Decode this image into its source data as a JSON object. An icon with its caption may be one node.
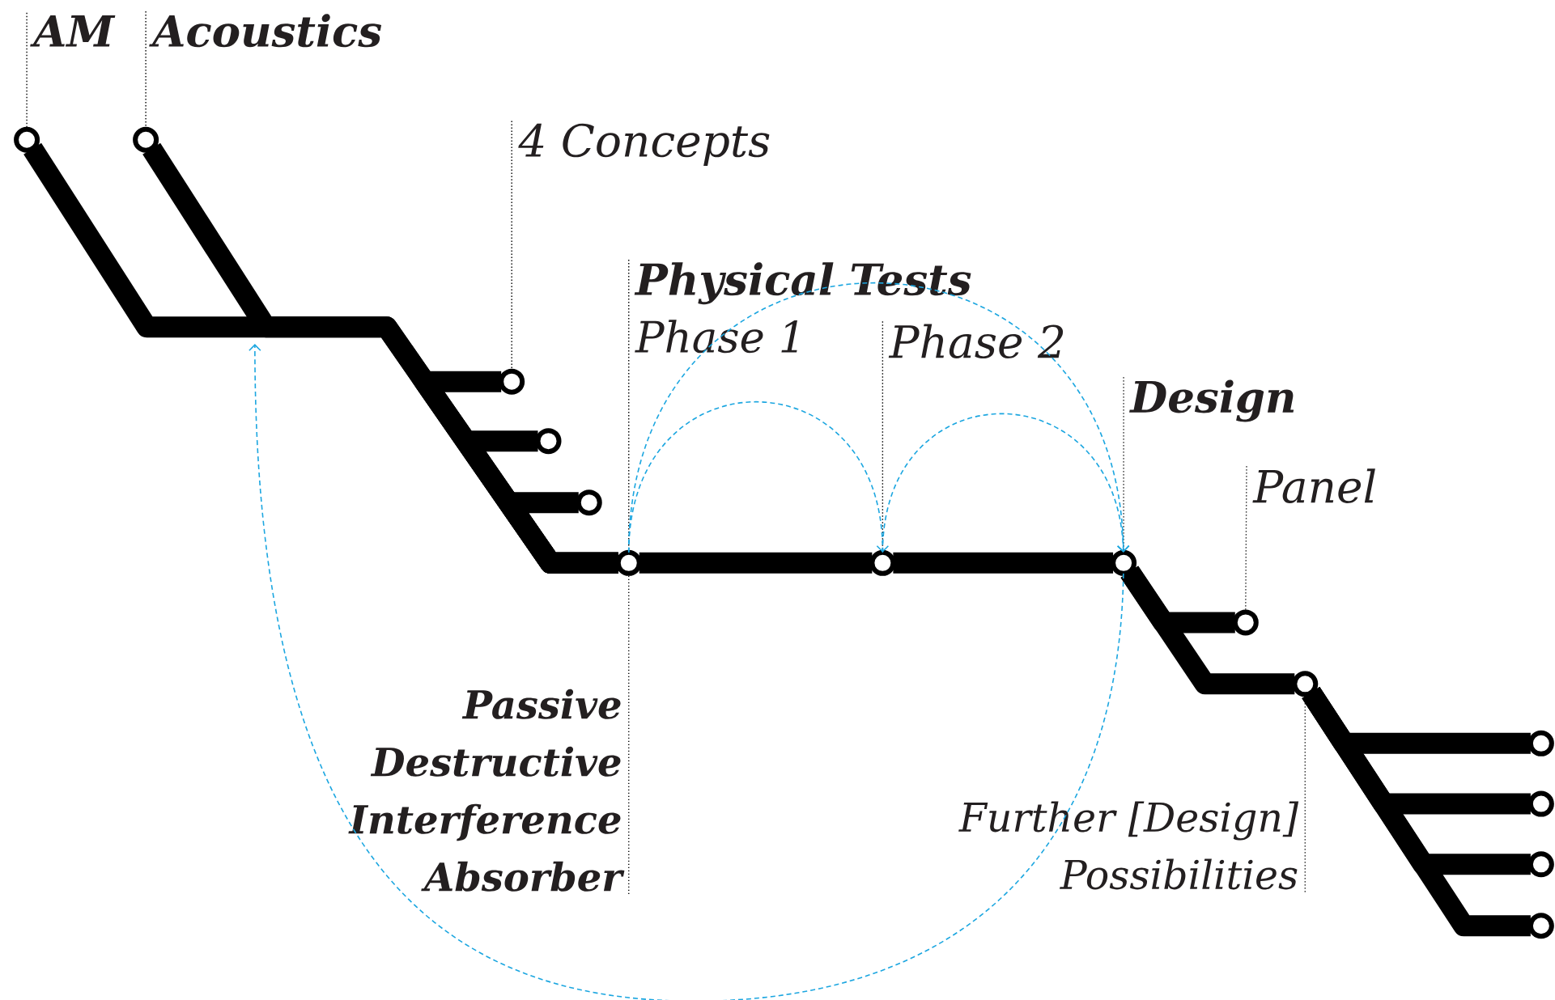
{
  "diagram": {
    "nodes": [
      {
        "text": [
          "AM"
        ]
      },
      {
        "text": [
          "Acoustics"
        ]
      },
      {
        "text": [],
        "shape": "circle"
      },
      {
        "text": [],
        "shape": "circle"
      },
      {
        "text": [
          "4 Concepts"
        ]
      },
      {
        "text": [],
        "shape": "circle"
      },
      {
        "text": [],
        "shape": "circle"
      },
      {
        "text": [],
        "shape": "circle"
      },
      {
        "text": [
          "Physical Tests",
          "Phase 1"
        ]
      },
      {
        "text": [
          "Phase 2"
        ]
      },
      {
        "text": [
          "Design"
        ]
      },
      {
        "text": [],
        "shape": "circle"
      },
      {
        "text": [],
        "shape": "circle"
      },
      {
        "text": [],
        "shape": "circle"
      },
      {
        "text": [
          "Panel"
        ]
      },
      {
        "text": [],
        "shape": "circle"
      },
      {
        "text": [],
        "shape": "circle"
      },
      {
        "text": [
          "Passive Destructive Interference Absorber"
        ]
      },
      {
        "text": [
          "Further [Design] Possibilities"
        ]
      },
      {
        "text": [],
        "shape": "circle"
      },
      {
        "text": [],
        "shape": "circle"
      },
      {
        "text": [],
        "shape": "circle"
      },
      {
        "text": [],
        "shape": "circle"
      }
    ],
    "edges": [
      {
        "from": 0,
        "to": 2,
        "arrow": "none",
        "style": "dashed"
      },
      {
        "from": 1,
        "to": 3,
        "arrow": "none",
        "style": "dashed"
      },
      {
        "from": 4,
        "to": 5,
        "arrow": "none",
        "style": "dashed"
      },
      {
        "from": 8,
        "to": 11,
        "arrow": "none",
        "style": "dashed"
      },
      {
        "from": 9,
        "to": 12,
        "arrow": "none",
        "style": "dashed"
      },
      {
        "from": 10,
        "to": 13,
        "arrow": "none",
        "style": "dashed"
      },
      {
        "from": 14,
        "to": 15,
        "arrow": "none",
        "style": "dashed"
      },
      {
        "from": 17,
        "to": 11,
        "arrow": "none",
        "style": "dashed"
      },
      {
        "from": 18,
        "to": 16,
        "arrow": "none",
        "style": "dashed"
      },
      {
        "from": 2,
        "to": 11,
        "arrow": "none",
        "style": "thick"
      },
      {
        "from": 3,
        "to": 11,
        "arrow": "none",
        "style": "thick"
      },
      {
        "from": 5,
        "to": 11,
        "arrow": "none",
        "style": "thick"
      },
      {
        "from": 6,
        "to": 11,
        "arrow": "none",
        "style": "thick"
      },
      {
        "from": 7,
        "to": 11,
        "arrow": "none",
        "style": "thick"
      },
      {
        "from": 11,
        "to": 12,
        "arrow": "none",
        "style": "thick"
      },
      {
        "from": 12,
        "to": 13,
        "arrow": "none",
        "style": "thick"
      },
      {
        "from": 13,
        "to": 15,
        "arrow": "none",
        "style": "thick"
      },
      {
        "from": 13,
        "to": 16,
        "arrow": "none",
        "style": "thick"
      },
      {
        "from": 16,
        "to": 19,
        "arrow": "none",
        "style": "thick"
      },
      {
        "from": 16,
        "to": 20,
        "arrow": "none",
        "style": "thick"
      },
      {
        "from": 16,
        "to": 21,
        "arrow": "none",
        "style": "thick"
      },
      {
        "from": 16,
        "to": 22,
        "arrow": "none",
        "style": "thick"
      },
      {
        "from": 11,
        "to": 12,
        "arrow": "to",
        "style": "dashed",
        "color": "#1ba6e0"
      },
      {
        "from": 12,
        "to": 13,
        "arrow": "to",
        "style": "dashed",
        "color": "#1ba6e0"
      },
      {
        "from": 11,
        "to": 13,
        "arrow": "to",
        "style": "dashed",
        "color": "#1ba6e0"
      },
      {
        "from": 13,
        "to": null,
        "arrow": "to",
        "style": "dashed",
        "color": "#1ba6e0"
      }
    ]
  }
}
